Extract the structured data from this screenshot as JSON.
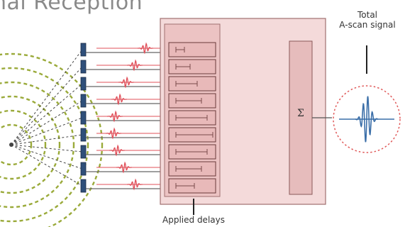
{
  "title": "nal Reception",
  "labels": {
    "total_signal_line1": "Total",
    "total_signal_line2": "A-scan signal",
    "applied_delays": "Applied delays",
    "sum_symbol": "Σ"
  },
  "elements": {
    "channel_count": 9
  },
  "colors": {
    "wavefront": "#9aaa3a",
    "transducer": "#2f4f7a",
    "signal": "#e0505a",
    "delay_box_fill": "#f3d6d6",
    "delay_box_stroke": "#a06a6a",
    "delay_cell_fill": "#e8b9b9",
    "cell_stroke": "#6a3a3a",
    "sum_fill": "#e8b9b9",
    "ascan_wave": "#3a6ea8",
    "ascan_circle": "#e05a5a",
    "lines": "#555555"
  }
}
